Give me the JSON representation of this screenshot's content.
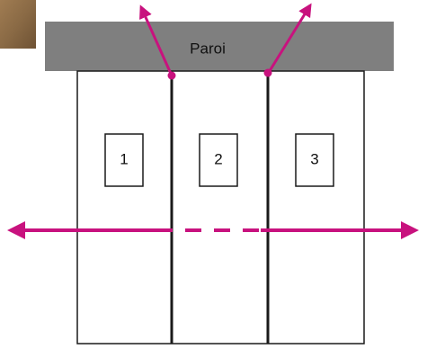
{
  "diagram": {
    "wall_label": "Paroi",
    "panels": [
      {
        "label": "1"
      },
      {
        "label": "2"
      },
      {
        "label": "3"
      }
    ],
    "colors": {
      "wall": "#7f7f7f",
      "arrow": "#c8127e",
      "line": "#1a1a1a",
      "photo": "#8a6a45"
    }
  }
}
